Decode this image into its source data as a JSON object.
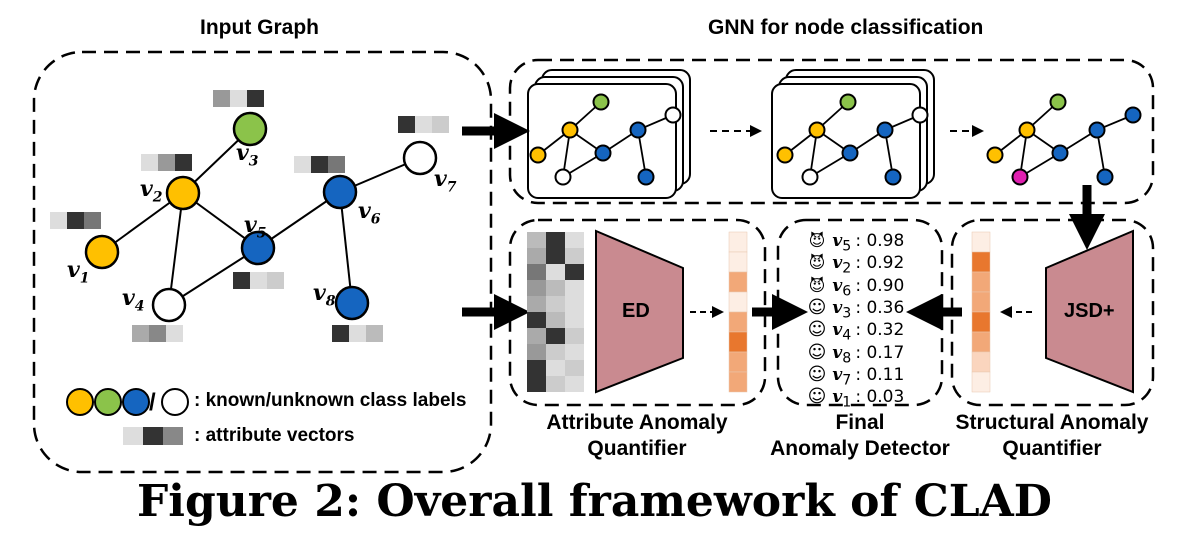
{
  "titles": {
    "input_graph": "Input Graph",
    "gnn": "GNN for node classification"
  },
  "nodes": {
    "v1": {
      "name": "v",
      "sub": "1"
    },
    "v2": {
      "name": "v",
      "sub": "2"
    },
    "v3": {
      "name": "v",
      "sub": "3"
    },
    "v4": {
      "name": "v",
      "sub": "4"
    },
    "v5": {
      "name": "v",
      "sub": "5"
    },
    "v6": {
      "name": "v",
      "sub": "6"
    },
    "v7": {
      "name": "v",
      "sub": "7"
    },
    "v8": {
      "name": "v",
      "sub": "8"
    }
  },
  "legend": {
    "class_labels": ": known/unknown class labels",
    "attribute_vectors": ": attribute vectors",
    "slash": "/"
  },
  "modules": {
    "ed": "ED",
    "jsd": "JSD+",
    "attribute_line1": "Attribute Anomaly",
    "attribute_line2": "Quantifier",
    "final_line1": "Final",
    "final_line2": "Anomaly Detector",
    "structural_line1": "Structural Anomaly",
    "structural_line2": "Quantifier"
  },
  "scores": [
    {
      "node": "v",
      "sub": "5",
      "value": ": 0.98",
      "anomalous": true
    },
    {
      "node": "v",
      "sub": "2",
      "value": ": 0.92",
      "anomalous": true
    },
    {
      "node": "v",
      "sub": "6",
      "value": ": 0.90",
      "anomalous": true
    },
    {
      "node": "v",
      "sub": "3",
      "value": ": 0.36",
      "anomalous": false
    },
    {
      "node": "v",
      "sub": "4",
      "value": ": 0.32",
      "anomalous": false
    },
    {
      "node": "v",
      "sub": "8",
      "value": ": 0.17",
      "anomalous": false
    },
    {
      "node": "v",
      "sub": "7",
      "value": ": 0.11",
      "anomalous": false
    },
    {
      "node": "v",
      "sub": "1",
      "value": ": 0.03",
      "anomalous": false
    }
  ],
  "icons": {
    "anomalous": "devil-face-icon",
    "normal": "smiley-face-icon"
  },
  "colors": {
    "yellow": "#FFC000",
    "green": "#8BC34A",
    "blue": "#1565C0",
    "white": "#FFFFFF",
    "magenta": "#E020B0",
    "module_fill": "#C98A90",
    "orange_dark": "#E8772E",
    "orange_mid": "#F2A878",
    "orange_light": "#FAD5BE",
    "orange_pale": "#FDEEE4"
  },
  "caption": "Figure 2: Overall framework of CLAD"
}
